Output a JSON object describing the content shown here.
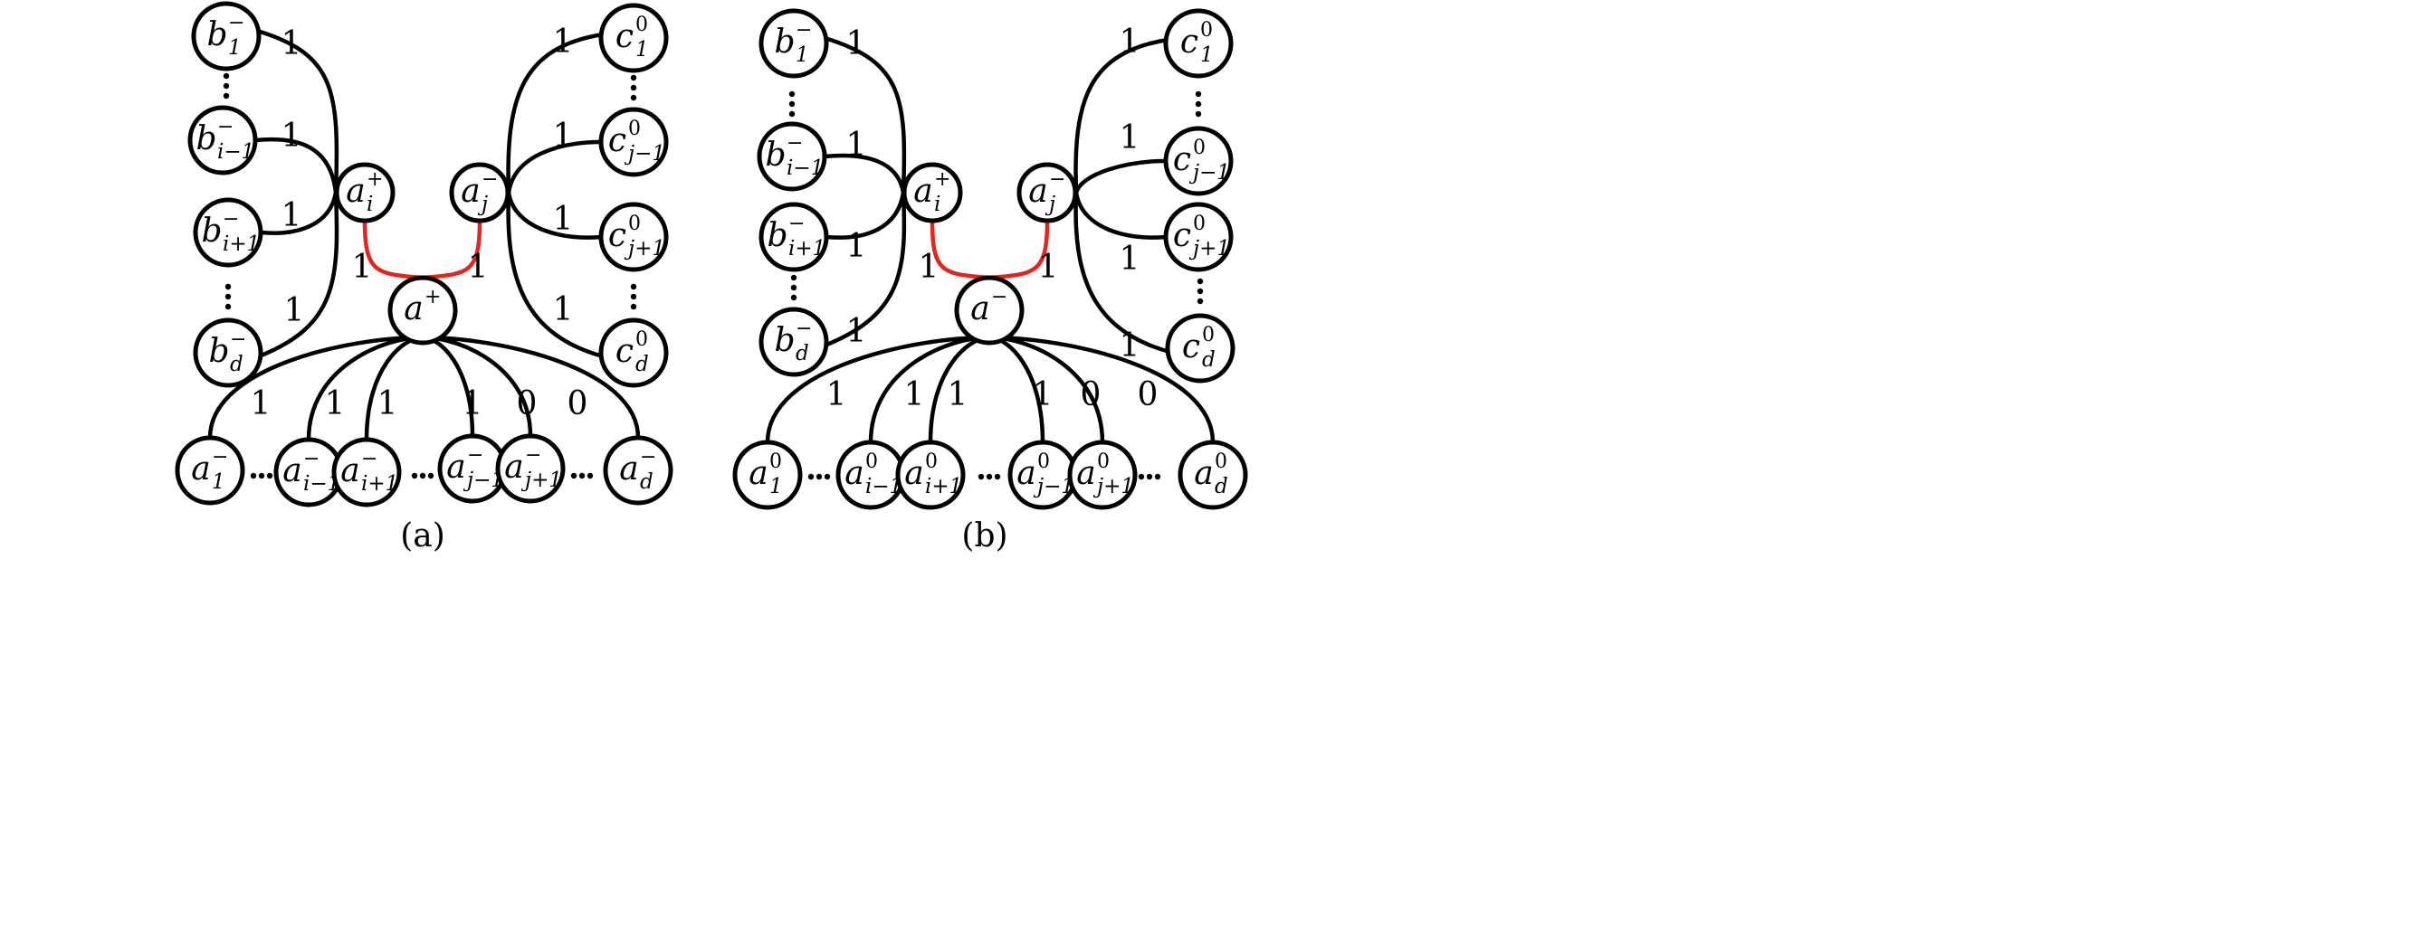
{
  "panels": [
    {
      "caption": "(a)",
      "nodes": {
        "b1": {
          "base": "b",
          "sup": "−",
          "sub": "1"
        },
        "bim1": {
          "base": "b",
          "sup": "−",
          "sub": "i−1"
        },
        "bip1": {
          "base": "b",
          "sup": "−",
          "sub": "i+1"
        },
        "bd": {
          "base": "b",
          "sup": "−",
          "sub": "d"
        },
        "ai": {
          "base": "a",
          "sup": "+",
          "sub": "i"
        },
        "aj": {
          "base": "a",
          "sup": "−",
          "sub": "j"
        },
        "a": {
          "base": "a",
          "sup": "+",
          "sub": ""
        },
        "c1": {
          "base": "c",
          "sup": "0",
          "sub": "1"
        },
        "cjm1": {
          "base": "c",
          "sup": "0",
          "sub": "j−1"
        },
        "cjp1": {
          "base": "c",
          "sup": "0",
          "sub": "j+1"
        },
        "cd": {
          "base": "c",
          "sup": "0",
          "sub": "d"
        },
        "r1": {
          "base": "a",
          "sup": "−",
          "sub": "1"
        },
        "rim1": {
          "base": "a",
          "sup": "−",
          "sub": "i−1"
        },
        "rip1": {
          "base": "a",
          "sup": "−",
          "sub": "i+1"
        },
        "rjm1": {
          "base": "a",
          "sup": "−",
          "sub": "j−1"
        },
        "rjp1": {
          "base": "a",
          "sup": "−",
          "sub": "j+1"
        },
        "rd": {
          "base": "a",
          "sup": "−",
          "sub": "d"
        }
      },
      "weights": [
        "1",
        "1",
        "1",
        "1",
        "1",
        "1",
        "1",
        "1",
        "0",
        "0",
        "1",
        "1",
        "1",
        "1",
        "1",
        "1"
      ]
    },
    {
      "caption": "(b)",
      "nodes": {
        "b1": {
          "base": "b",
          "sup": "−",
          "sub": "1"
        },
        "bim1": {
          "base": "b",
          "sup": "−",
          "sub": "i−1"
        },
        "bip1": {
          "base": "b",
          "sup": "−",
          "sub": "i+1"
        },
        "bd": {
          "base": "b",
          "sup": "−",
          "sub": "d"
        },
        "ai": {
          "base": "a",
          "sup": "+",
          "sub": "i"
        },
        "aj": {
          "base": "a",
          "sup": "−",
          "sub": "j"
        },
        "a": {
          "base": "a",
          "sup": "−",
          "sub": ""
        },
        "c1": {
          "base": "c",
          "sup": "0",
          "sub": "1"
        },
        "cjm1": {
          "base": "c",
          "sup": "0",
          "sub": "j−1"
        },
        "cjp1": {
          "base": "c",
          "sup": "0",
          "sub": "j+1"
        },
        "cd": {
          "base": "c",
          "sup": "0",
          "sub": "d"
        },
        "r1": {
          "base": "a",
          "sup": "0",
          "sub": "1"
        },
        "rim1": {
          "base": "a",
          "sup": "0",
          "sub": "i−1"
        },
        "rip1": {
          "base": "a",
          "sup": "0",
          "sub": "i+1"
        },
        "rjm1": {
          "base": "a",
          "sup": "0",
          "sub": "j−1"
        },
        "rjp1": {
          "base": "a",
          "sup": "0",
          "sub": "j+1"
        },
        "rd": {
          "base": "a",
          "sup": "0",
          "sub": "d"
        }
      },
      "weights": [
        "1",
        "1",
        "1",
        "1",
        "1",
        "1",
        "1",
        "1",
        "0",
        "0",
        "1",
        "1",
        "1",
        "1",
        "1",
        "1"
      ]
    }
  ],
  "edge_colors": {
    "default": "#000000",
    "highlight": "#e8231e"
  }
}
